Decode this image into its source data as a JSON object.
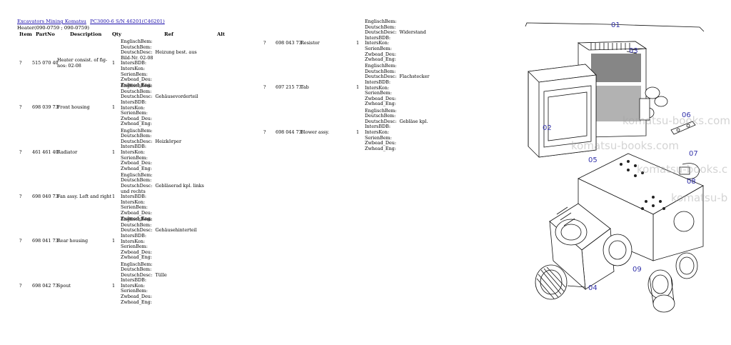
{
  "breadcrumbs": [
    "Excavators Mining Komatsu",
    "PC3000-6 S/N 46201(C46201)"
  ],
  "subtitle": "Heater(090-0759 ; 090-0759)",
  "columns": {
    "item": "Item",
    "partno": "PartNo",
    "description": "Description",
    "qty": "Qty",
    "ref": "Ref",
    "alt": "Alt"
  },
  "ref_labels": [
    "EnglischBem:",
    "DeutschBem:",
    "DeutschDesc:",
    "IntersBDB:",
    "IntersKon:",
    "SerienBem:",
    "Zwbead_Deu:",
    "Zwhead_Eng:"
  ],
  "parts": [
    {
      "item": "?",
      "partno": "515 070 40",
      "description": "Heater consist. of fig-nos: 02-08",
      "qty": "1",
      "desc_de": "Heizung best. aus Bild-Nr. 02-08"
    },
    {
      "item": "?",
      "partno": "698 039 73",
      "description": "Front housing",
      "qty": "1",
      "desc_de": "Gehäusevorderteil"
    },
    {
      "item": "?",
      "partno": "461 461 40",
      "description": "Radiator",
      "qty": "1",
      "desc_de": "Heizkörper"
    },
    {
      "item": "?",
      "partno": "698 040 73",
      "description": "Fan assy. Left and right",
      "qty": "1",
      "desc_de": "Gebläserad kpl. links und rechts"
    },
    {
      "item": "?",
      "partno": "698 041 73",
      "description": "Rear housing",
      "qty": "1",
      "desc_de": "Gehäusehinterteil"
    },
    {
      "item": "?",
      "partno": "698 042 73",
      "description": "Spout",
      "qty": "1",
      "desc_de": "Tülle"
    },
    {
      "item": "?",
      "partno": "698 043 73",
      "description": "Resistor",
      "qty": "1",
      "desc_de": "Widerstand"
    },
    {
      "item": "?",
      "partno": "697 215 73",
      "description": "Tab",
      "qty": "1",
      "desc_de": "Flachstecker"
    },
    {
      "item": "?",
      "partno": "698 044 73",
      "description": "Blower assy.",
      "qty": "1",
      "desc_de": "Gebläse kpl."
    }
  ],
  "watermarks": [
    "komatsu-books.com",
    "komatsu-books.com",
    "komatsu-books.c",
    "komatsu-b"
  ],
  "callouts": [
    "01",
    "02",
    "03",
    "04",
    "05",
    "06",
    "07",
    "08",
    "09"
  ]
}
